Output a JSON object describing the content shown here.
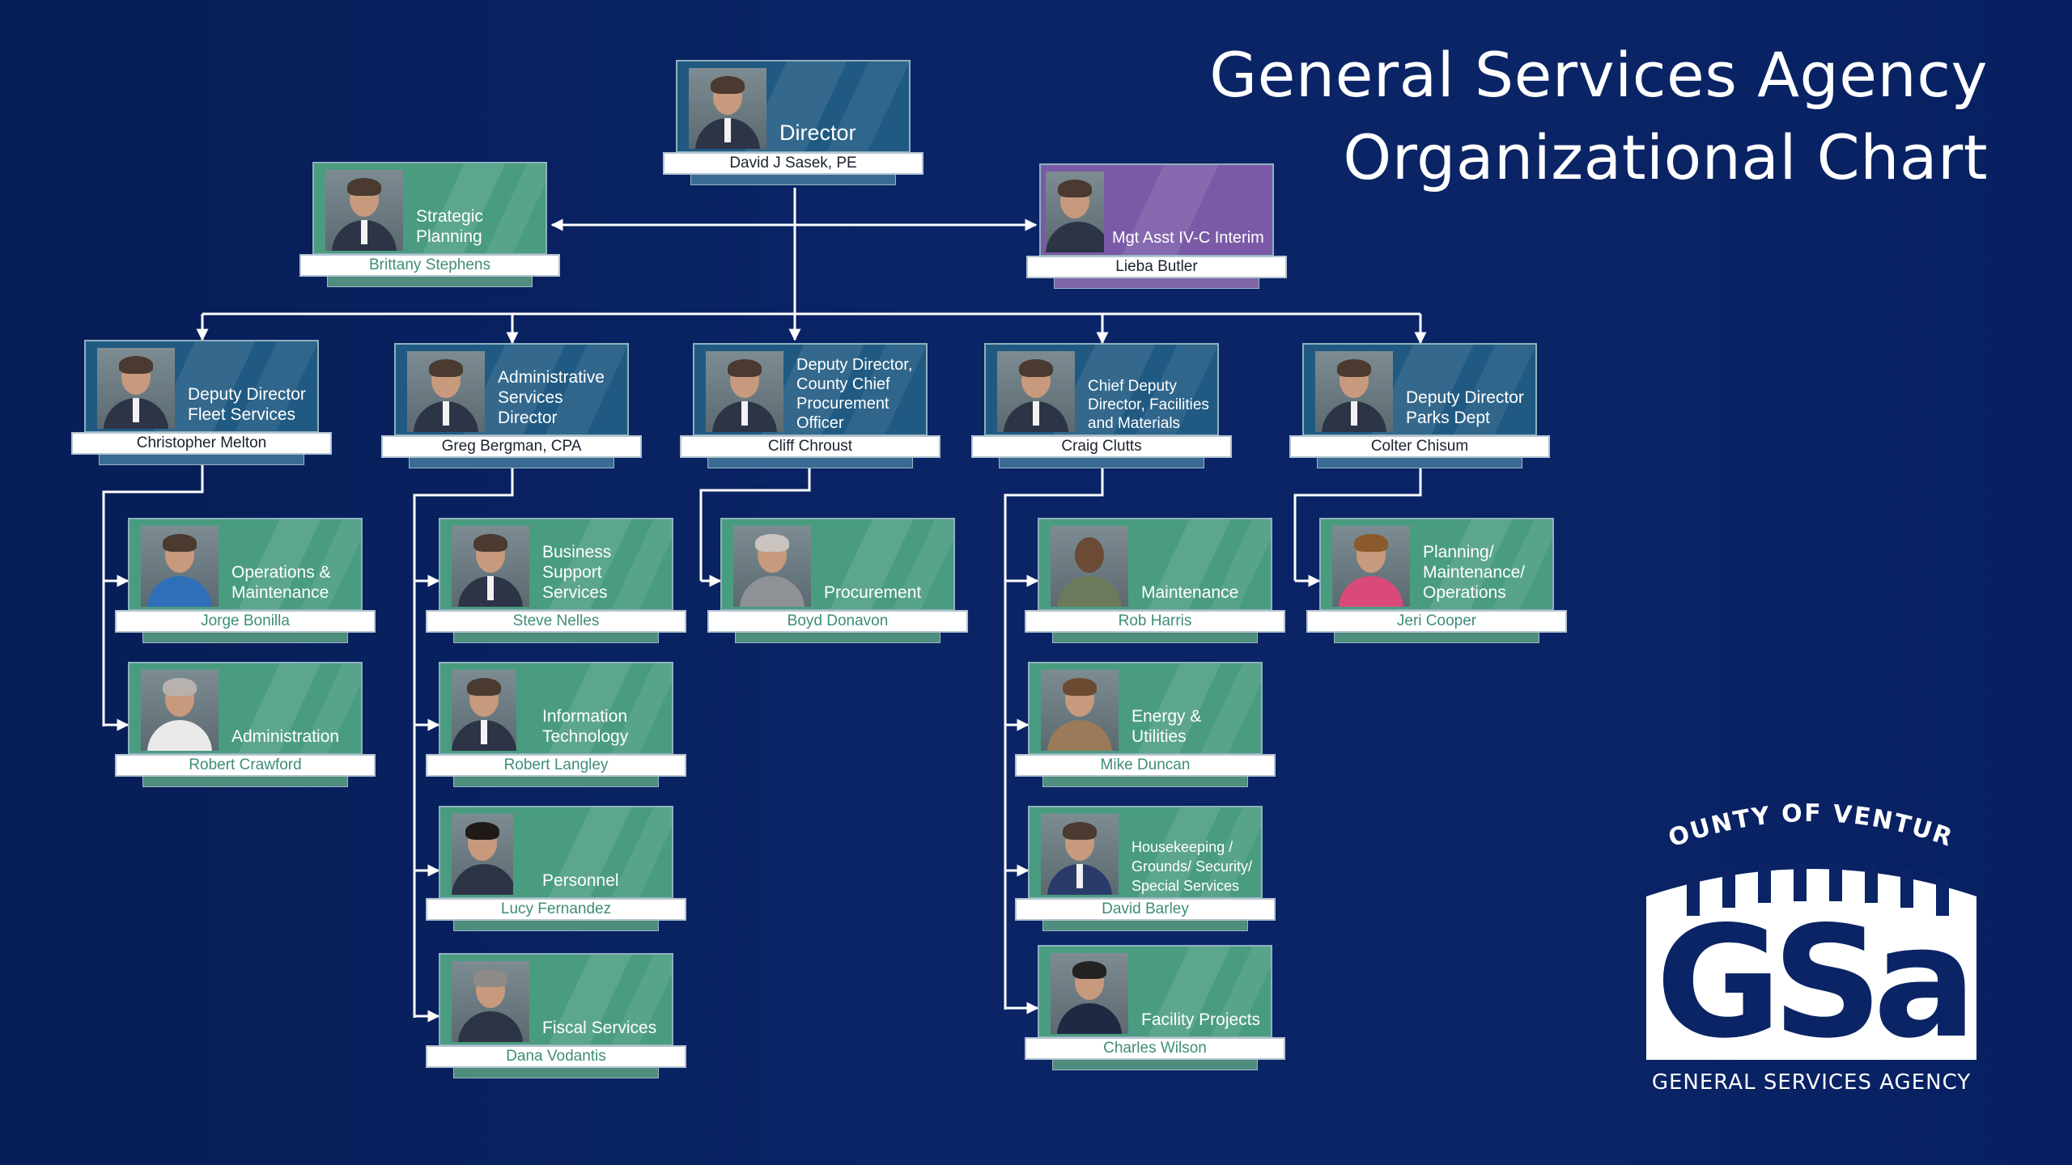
{
  "title": {
    "line1": "General Services Agency",
    "line2": "Organizational Chart"
  },
  "colors": {
    "background": "#0a2466",
    "lead_card": "#205a82",
    "staff_card": "#4a9c80",
    "assistant_card": "#7a5aa6",
    "connector": "#ffffff"
  },
  "nodes": {
    "director": {
      "role": "Director",
      "name": "David J Sasek, PE"
    },
    "strategic": {
      "role": "Strategic Planning",
      "name": "Brittany Stephens"
    },
    "mgt_asst": {
      "role": "Mgt Asst IV-C Interim",
      "name": "Lieba Butler"
    },
    "fleet": {
      "role": "Deputy Director Fleet Services",
      "name": "Christopher Melton"
    },
    "admin_services": {
      "role": "Administrative Services Director",
      "name": "Greg Bergman, CPA"
    },
    "procurement_dir": {
      "role": "Deputy Director, County Chief Procurement Officer",
      "name": "Cliff Chroust"
    },
    "facilities": {
      "role": "Chief Deputy Director, Facilities and Materials",
      "name": "Craig Clutts"
    },
    "parks": {
      "role": "Deputy Director Parks Dept",
      "name": "Colter Chisum"
    },
    "ops_maint": {
      "role": "Operations & Maintenance",
      "name": "Jorge Bonilla"
    },
    "administration": {
      "role": "Administration",
      "name": "Robert Crawford"
    },
    "business_support": {
      "role": "Business Support Services",
      "name": "Steve Nelles"
    },
    "it": {
      "role": "Information Technology",
      "name": "Robert Langley"
    },
    "personnel": {
      "role": "Personnel",
      "name": "Lucy Fernandez"
    },
    "fiscal": {
      "role": "Fiscal Services",
      "name": "Dana Vodantis"
    },
    "procurement": {
      "role": "Procurement",
      "name": "Boyd Donavon"
    },
    "maintenance": {
      "role": "Maintenance",
      "name": "Rob Harris"
    },
    "energy": {
      "role": "Energy & Utilities",
      "name": "Mike Duncan"
    },
    "housekeeping": {
      "role": "Housekeeping / Grounds/ Security/ Special Services",
      "name": "David Barley"
    },
    "facility_projects": {
      "role": "Facility Projects",
      "name": "Charles Wilson"
    },
    "planning": {
      "role": "Planning/ Maintenance/ Operations",
      "name": "Jeri Cooper"
    }
  },
  "logo": {
    "top_text": "COUNTY OF VENTURA",
    "letters": "GSa",
    "bottom_text": "GENERAL SERVICES AGENCY"
  }
}
